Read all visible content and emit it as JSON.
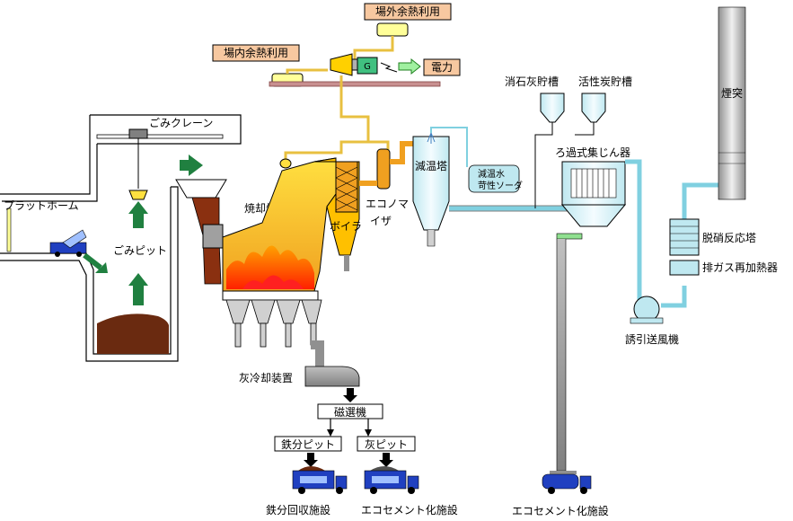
{
  "labels": {
    "offsite_heat": "場外余熱利用",
    "onsite_heat": "場内余熱利用",
    "power": "電力",
    "generator_mark": "G",
    "slaked_lime": "消石灰貯槽",
    "activated_carbon": "活性炭貯槽",
    "chimney": "煙突",
    "crane": "ごみクレーン",
    "platform": "プラットホーム",
    "pit": "ごみピット",
    "furnace": "焼却炉",
    "boiler": "ボイラ",
    "economizer_1": "エコノマ",
    "economizer_2": "イザ",
    "cooling_tower": "減温塔",
    "cooling_water": "減温水",
    "caustic_soda": "苛性ソーダ",
    "bag_filter": "ろ過式集じん器",
    "denox": "脱硝反応塔",
    "reheater": "排ガス再加熱器",
    "fan": "誘引送風機",
    "ash_cooler": "灰冷却装置",
    "magnetic_separator": "磁選機",
    "iron_pit": "鉄分ピット",
    "ash_pit": "灰ピット",
    "iron_recovery": "鉄分回収施設",
    "ecocement_1": "エコセメント化施設",
    "ecocement_2": "エコセメント化施設"
  },
  "colors": {
    "steam": "#e8c040",
    "flame": "#ff6010",
    "gas": "#80d0e0",
    "label_box": "#f7c8a0",
    "yellow_box": "#ffff99",
    "truck": "#2040c0"
  }
}
